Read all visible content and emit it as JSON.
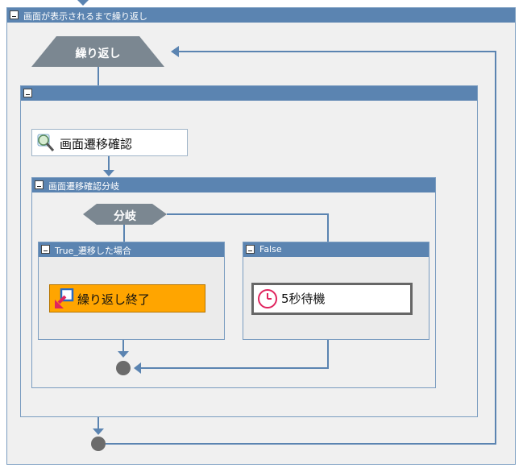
{
  "loop": {
    "title": "画面が表示されるまで繰り返し",
    "shape_label": "繰り返し"
  },
  "inner_frame": {
    "title": ""
  },
  "actions": {
    "check": "画面遷移確認",
    "end_loop": "繰り返し終了",
    "wait": "5秒待機"
  },
  "branch": {
    "title": "画面遷移確認分岐",
    "shape_label": "分岐",
    "true_title": "True_遷移した場合",
    "false_title": "False"
  },
  "colors": {
    "header": "#5b84b1",
    "line": "#5b84b1",
    "shape": "#7b8791",
    "end_loop_bg": "#ffa500",
    "node": "#6b6b6b"
  },
  "icons": [
    "collapse-icon",
    "magnifier-icon",
    "loop-exit-icon",
    "clock-icon",
    "arrow-down-icon",
    "arrow-left-icon"
  ]
}
